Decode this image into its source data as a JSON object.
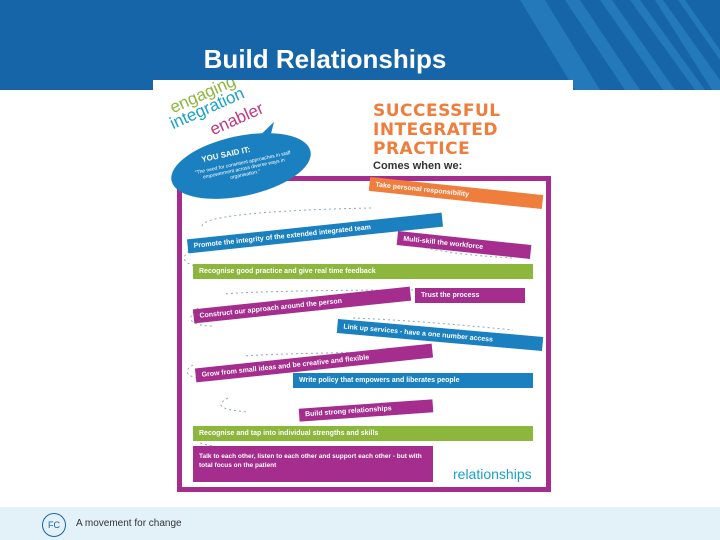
{
  "slide": {
    "title": "Build Relationships",
    "header_color": "#1565a8"
  },
  "poster": {
    "brand": [
      "engaging",
      "integration",
      "enabler"
    ],
    "headline": [
      "SUCCESSFUL",
      "INTEGRATED",
      "PRACTICE"
    ],
    "subline": "Comes when we:",
    "bubble": {
      "title": "YOU SAID IT:",
      "quote": "\"The need for consistent approaches in staff empowerment across diverse ways in organisation.\""
    },
    "steps": [
      "Take personal responsibility",
      "Promote the integrity of the extended integrated team",
      "Multi-skill the workforce",
      "Recognise good practice and give real time feedback",
      "Trust the process",
      "Construct our approach around the person",
      "Link up services - have a one number access",
      "Grow from small ideas and be creative and flexible",
      "Write policy that empowers and liberates people",
      "Build strong relationships",
      "Recognise and tap into individual strengths and skills",
      "Talk to each other, listen to each other and support each other - but with total focus on the patient"
    ],
    "footer_word": "relationships",
    "colors": {
      "orange": "#ef7d3c",
      "purple": "#a52d8d",
      "green": "#8cb63c",
      "blue": "#1a80bf",
      "cyan": "#1aa1c8"
    }
  },
  "footer": {
    "logo": "FC",
    "tagline": "A movement for change"
  }
}
